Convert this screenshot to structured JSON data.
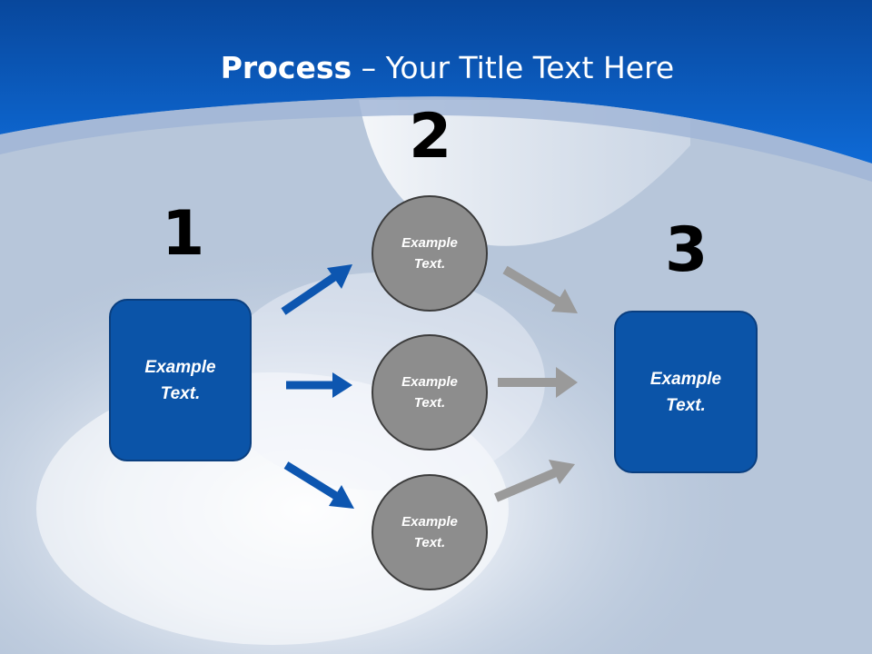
{
  "slide": {
    "title_bold": "Process",
    "title_rest": " – Your Title Text Here",
    "step_numbers": [
      "1",
      "2",
      "3"
    ],
    "left_box": "Example\nText.",
    "right_box": "Example\nText.",
    "circles": [
      "Example\nText.",
      "Example\nText.",
      "Example\nText."
    ]
  },
  "colors": {
    "header_blue": "#0b5cc0",
    "box_blue": "#0b54a8",
    "arrow_blue": "#0d56b0",
    "arrow_gray": "#9a9a9a",
    "circle_gray": "#8d8d8d"
  }
}
